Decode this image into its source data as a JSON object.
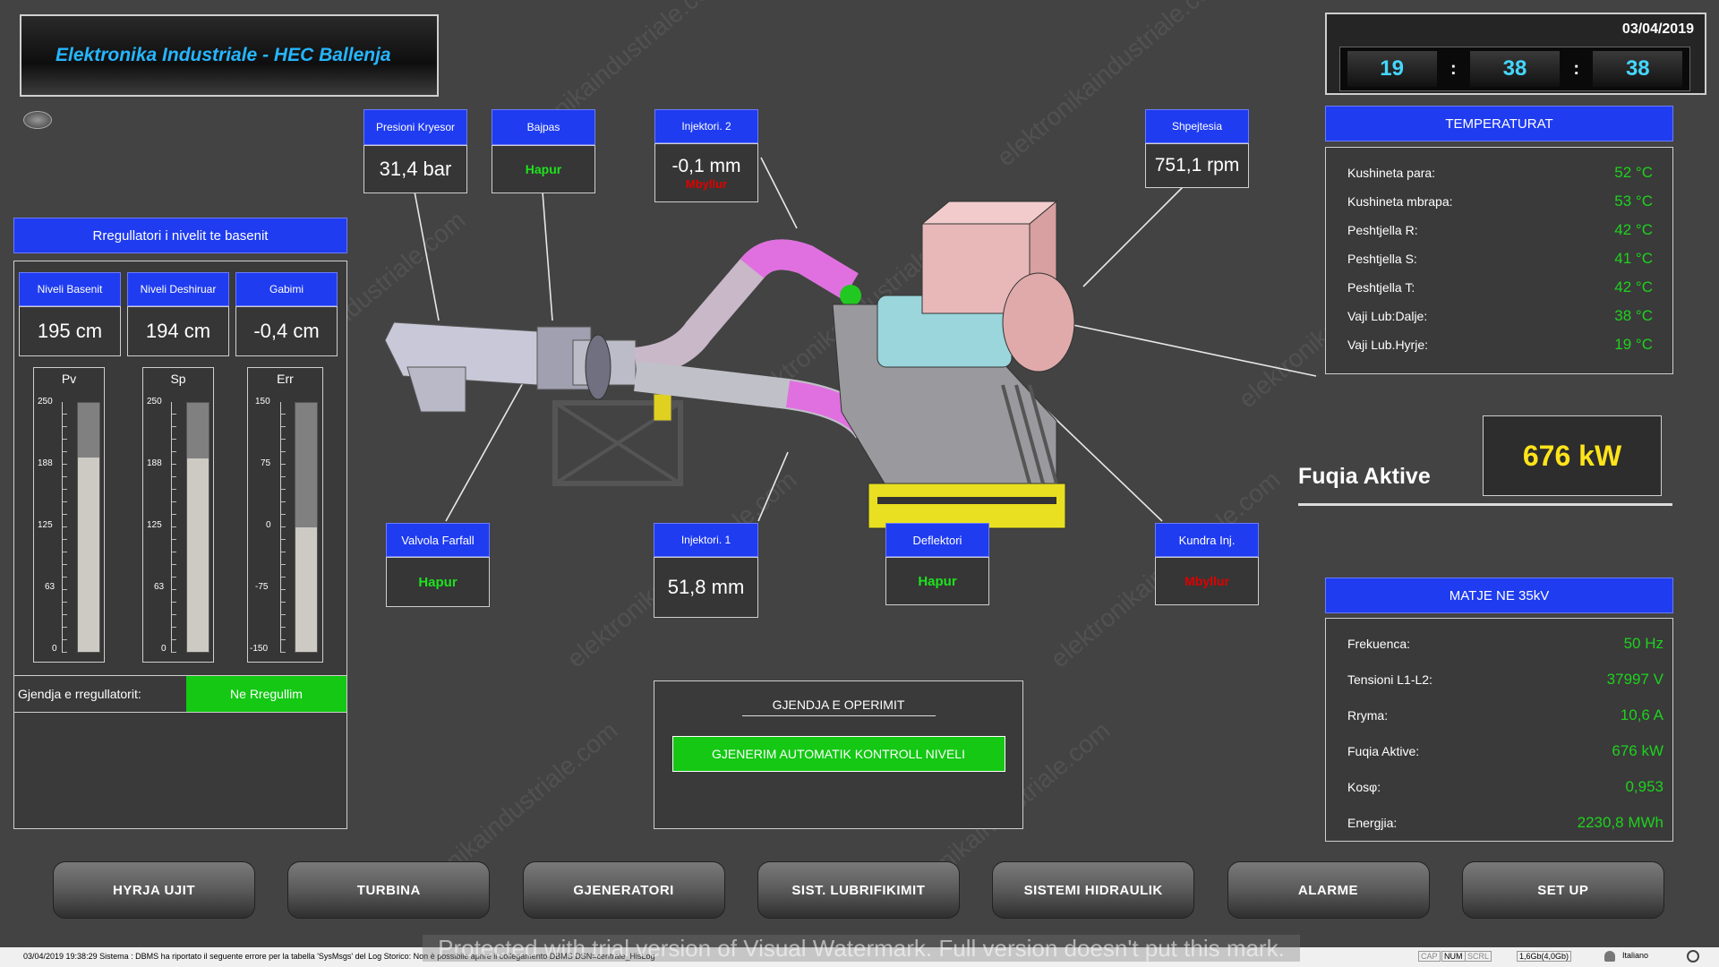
{
  "header": {
    "title": "Elektronika Industriale - HEC Ballenja",
    "date": "03/04/2019",
    "time": {
      "hh": "19",
      "mm": "38",
      "ss": "38",
      "sep": ":"
    }
  },
  "tags": {
    "presioni": {
      "label": "Presioni Kryesor",
      "value": "31,4 bar"
    },
    "bajpas": {
      "label": "Bajpas",
      "value": "Hapur"
    },
    "injektori2": {
      "label": "Injektori. 2",
      "value": "-0,1 mm",
      "state": "Mbyllur"
    },
    "shpejtesia": {
      "label": "Shpejtesia",
      "value": "751,1 rpm"
    },
    "valvola": {
      "label": "Valvola Farfall",
      "value": "Hapur"
    },
    "injektori1": {
      "label": "Injektori. 1",
      "value": "51,8 mm"
    },
    "deflektori": {
      "label": "Deflektori",
      "value": "Hapur"
    },
    "kundra": {
      "label": "Kundra Inj.",
      "value": "Mbyllur"
    }
  },
  "regulator": {
    "title": "Rregullatori i nivelit te basenit",
    "cols": [
      {
        "label": "Niveli Basenit",
        "value": "195 cm"
      },
      {
        "label": "Niveli Deshiruar",
        "value": "194 cm"
      },
      {
        "label": "Gabimi",
        "value": "-0,4 cm"
      }
    ],
    "gauges": [
      {
        "name": "Pv",
        "ticks": [
          "250",
          "188",
          "125",
          "63",
          "0"
        ],
        "fill": 0.78
      },
      {
        "name": "Sp",
        "ticks": [
          "250",
          "188",
          "125",
          "63",
          "0"
        ],
        "fill": 0.776
      },
      {
        "name": "Err",
        "ticks": [
          "150",
          "75",
          "0",
          "-75",
          "-150"
        ],
        "fill": 0.5
      }
    ],
    "state_label": "Gjendja e rregullatorit:",
    "state_value": "Ne Rregullim"
  },
  "temperatures": {
    "title": "TEMPERATURAT",
    "rows": [
      {
        "label": "Kushineta para:",
        "value": "52 °C"
      },
      {
        "label": "Kushineta mbrapa:",
        "value": "53 °C"
      },
      {
        "label": "Peshtjella R:",
        "value": "42 °C"
      },
      {
        "label": "Peshtjella S:",
        "value": "41 °C"
      },
      {
        "label": "Peshtjella T:",
        "value": "42 °C"
      },
      {
        "label": "Vaji Lub:Dalje:",
        "value": "38 °C"
      },
      {
        "label": "Vaji Lub.Hyrje:",
        "value": "19 °C"
      }
    ]
  },
  "power": {
    "label": "Fuqia Aktive",
    "value": "676 kW"
  },
  "measurements": {
    "title": "MATJE NE 35kV",
    "rows": [
      {
        "label": "Frekuenca:",
        "value": "50 Hz"
      },
      {
        "label": "Tensioni L1-L2:",
        "value": "37997 V"
      },
      {
        "label": "Rryma:",
        "value": "10,6 A"
      },
      {
        "label": "Fuqia Aktive:",
        "value": "676 kW"
      },
      {
        "label": "Kosφ:",
        "value": "0,953"
      },
      {
        "label": "Energjia:",
        "value": "2230,8 MWh"
      }
    ]
  },
  "operation": {
    "title": "GJENDJA E OPERIMIT",
    "status": "GJENERIM AUTOMATIK KONTROLL NIVELI"
  },
  "nav": [
    "HYRJA UJIT",
    "TURBINA",
    "GJENERATORI",
    "SIST. LUBRIFIKIMIT",
    "SISTEMI HIDRAULIK",
    "ALARME",
    "SET UP"
  ],
  "statusbar": {
    "message": "03/04/2019 19:38:29 Sistema : DBMS ha riportato il seguente errore per la tabella 'SysMsgs' del Log Storico:  Non è possibile aprire il collegamento DBMS DSN=centrale_HisLog",
    "watermark": "Protected with trial version of Visual Watermark. Full version doesn't put this mark.",
    "cap": "CAP",
    "num": "NUM",
    "scrl": "SCRL",
    "mem": "1,6Gb(4,0Gb)",
    "lang": "Italiano"
  },
  "colors": {
    "accent_blue": "#1f3cf0",
    "ok_green": "#1ee21e",
    "alarm_red": "#e00000",
    "power_yellow": "#ffe41a"
  }
}
